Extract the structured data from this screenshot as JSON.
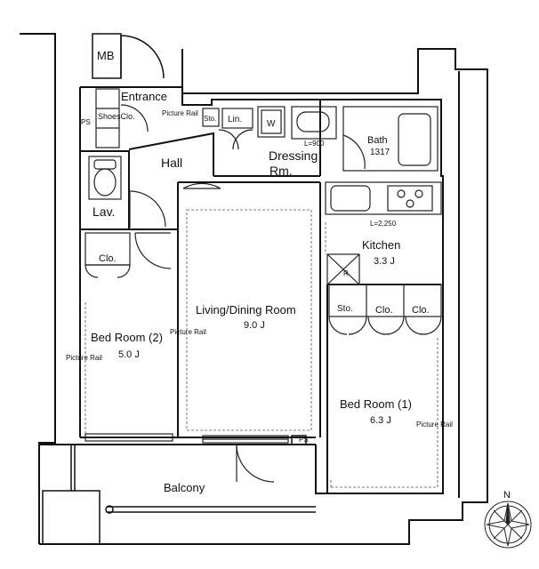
{
  "labels": {
    "mb": "MB",
    "entrance": "Entrance",
    "shoes_clo": "ShoesClo.",
    "ps_left": "PS",
    "picture_rail_top": "Picture Rail",
    "sto_top": "Sto.",
    "lin": "Lin.",
    "w": "W",
    "l900": "L=900",
    "bath": "Bath",
    "bath_size": "1317",
    "hall": "Hall",
    "dressing": "Dressing",
    "dressing_rm": "Rm.",
    "lav": "Lav.",
    "l2250": "L=2,250",
    "kitchen": "Kitchen",
    "kitchen_size": "3.3 J",
    "clo_left": "Clo.",
    "r": "R",
    "sto_right": "Sto.",
    "clo_right1": "Clo.",
    "clo_right2": "Clo.",
    "living": "Living/Dining Room",
    "living_size": "9.0 J",
    "bed2": "Bed Room (2)",
    "bed2_size": "5.0 J",
    "picture_rail_mid": "Picture Rail",
    "picture_rail_left": "Picture Rail",
    "bed1": "Bed Room (1)",
    "bed1_size": "6.3 J",
    "picture_rail_right": "Picture Rail",
    "ps_bottom": "PS",
    "balcony": "Balcony",
    "north": "N"
  },
  "colors": {
    "wall": "#111111",
    "line": "#222222",
    "dash": "#555555"
  }
}
